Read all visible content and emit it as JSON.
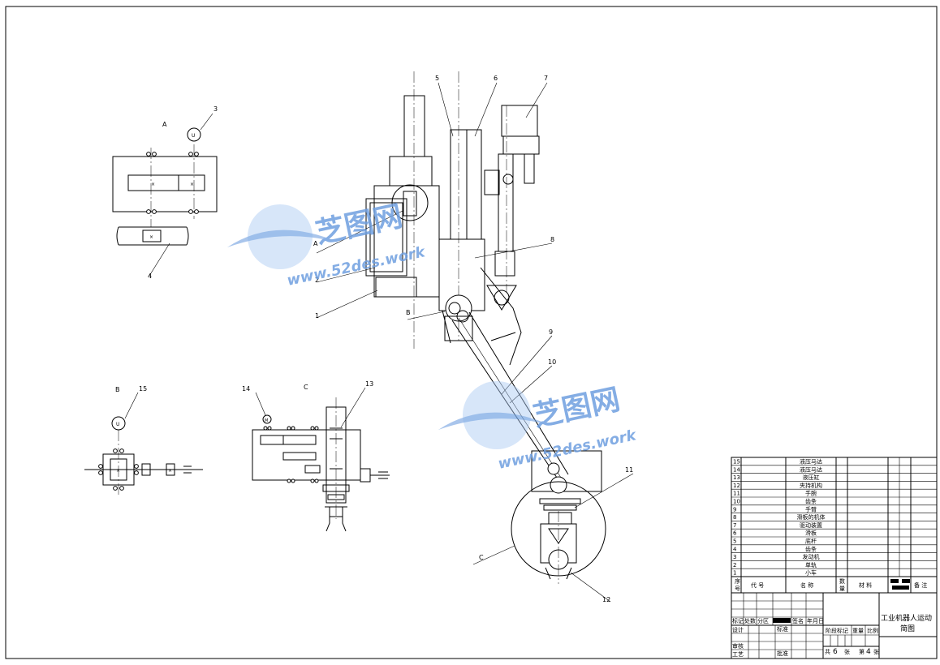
{
  "drawing": {
    "view_labels": {
      "a": "A",
      "b": "B",
      "c": "C"
    },
    "section_marks": {
      "a": "A",
      "b": "B",
      "c": "C"
    },
    "motor_symbols": {
      "u1": "U",
      "u2": "U",
      "m": "M"
    },
    "balloons": [
      "1",
      "2",
      "3",
      "4",
      "5",
      "6",
      "7",
      "8",
      "9",
      "10",
      "11",
      "12",
      "13",
      "14",
      "15"
    ]
  },
  "watermark": {
    "logo_text": "芝图网",
    "url_text": "www.52des.work",
    "color": "#6f9fe0"
  },
  "bom": {
    "rows": [
      {
        "no": "15",
        "name": "液压马达"
      },
      {
        "no": "14",
        "name": "液压马达"
      },
      {
        "no": "13",
        "name": "液压缸"
      },
      {
        "no": "12",
        "name": "夹持机构"
      },
      {
        "no": "11",
        "name": "手腕"
      },
      {
        "no": "10",
        "name": "齿条"
      },
      {
        "no": "9",
        "name": "手臂"
      },
      {
        "no": "8",
        "name": "滑板的机体"
      },
      {
        "no": "7",
        "name": "驱动装置"
      },
      {
        "no": "6",
        "name": "滑板"
      },
      {
        "no": "5",
        "name": "底杆"
      },
      {
        "no": "4",
        "name": "齿条"
      },
      {
        "no": "3",
        "name": "发动机"
      },
      {
        "no": "2",
        "name": "单轨"
      },
      {
        "no": "1",
        "name": "小车"
      }
    ],
    "header": {
      "seq_top": "序",
      "seq_bottom": "号",
      "code": "代    号",
      "name": "名    称",
      "qty_top": "数",
      "qty_bottom": "量",
      "material": "材        料",
      "remark": "备 注"
    }
  },
  "title_block": {
    "title_line1": "工业机器人运动",
    "title_line2": "简图",
    "rev_row": [
      "标记",
      "处数",
      "分区",
      "",
      "签名",
      "年月日"
    ],
    "design": "设计",
    "standard": "标准",
    "stage_mark": "阶段标记",
    "weight": "重量",
    "scale": "比例",
    "review": "审核",
    "process": "工艺",
    "approve": "批准",
    "total_prefix": "共",
    "total_sheets": "6",
    "sheet_unit": "张",
    "sheet_prefix": "第",
    "sheet_no": "4",
    "sheet_unit2": "张"
  }
}
